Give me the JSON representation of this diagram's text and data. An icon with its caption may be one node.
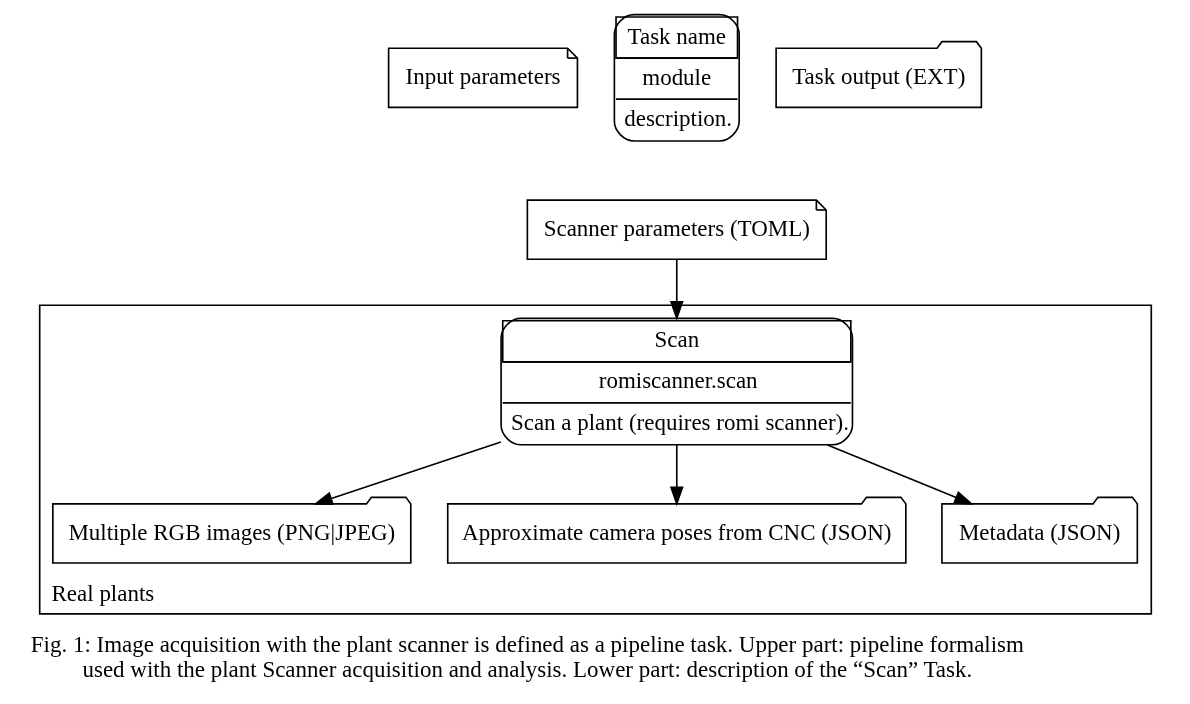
{
  "diagram": {
    "caption": "Fig. 1: Image acquisition with the plant scanner is defined as a pipeline task. Upper part: pipeline formalism used with the plant Scanner acquisition and analysis. Lower part: description of the “Scan” Task.",
    "nodes": [
      {
        "text": [
          "Input parameters"
        ]
      },
      {
        "text": [
          "Task name",
          "module",
          "description."
        ]
      },
      {
        "text": [
          "Task output (EXT)"
        ]
      },
      {
        "text": [
          "Scanner parameters (TOML)"
        ]
      },
      {
        "text": [
          "Real plants"
        ]
      },
      {
        "text": [
          "Scan",
          "romiscanner.scan",
          "Scan a plant (requires romi scanner)."
        ],
        "in": 4
      },
      {
        "text": [
          "Multiple RGB images (PNG|JPEG)"
        ],
        "in": 4
      },
      {
        "text": [
          "Approximate camera poses from CNC (JSON)"
        ],
        "in": 4
      },
      {
        "text": [
          "Metadata (JSON)"
        ],
        "in": 4
      }
    ],
    "edges": [
      {
        "from": 3,
        "to": 5,
        "arrow": "to"
      },
      {
        "from": 5,
        "to": 6,
        "arrow": "to"
      },
      {
        "from": 5,
        "to": 7,
        "arrow": "to"
      },
      {
        "from": 5,
        "to": 8,
        "arrow": "to"
      }
    ]
  }
}
